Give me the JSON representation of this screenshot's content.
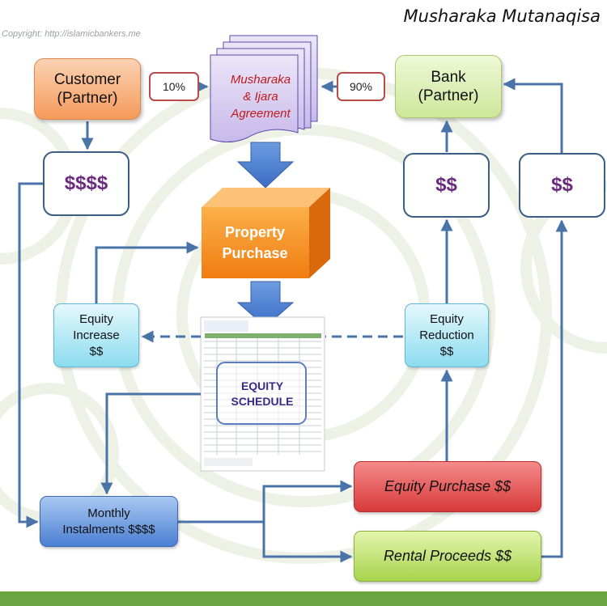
{
  "title": "Musharaka Mutanaqisa",
  "copyright": "Copyright: http://islamicbankers.me",
  "parties": {
    "customer": "Customer\n(Partner)",
    "bank": "Bank\n(Partner)"
  },
  "shares": {
    "customer": "10%",
    "bank": "90%"
  },
  "agreement": "Musharaka\n& Ijara\nAgreement",
  "property": "Property\nPurchase",
  "money": {
    "customer": "$$$$",
    "bank_equity": "$$",
    "bank_rental": "$$"
  },
  "equity_increase": "Equity\nIncrease\n$$",
  "equity_reduction": "Equity\nReduction\n$$",
  "schedule": "EQUITY\nSCHEDULE",
  "monthly": "Monthly\nInstalments $$$$",
  "equity_purchase": "Equity Purchase $$",
  "rental_proceeds": "Rental Proceeds $$",
  "colors": {
    "customer": "#f59a5a",
    "bank": "#cde79a",
    "property": "#f7941d",
    "equity_box": "#8ddcf0",
    "monthly": "#4a7fd2",
    "equity_purchase": "#d83a3a",
    "rental_proceeds": "#a8d44e",
    "connector": "#4a74a8",
    "money_text": "#6a2a7e"
  }
}
